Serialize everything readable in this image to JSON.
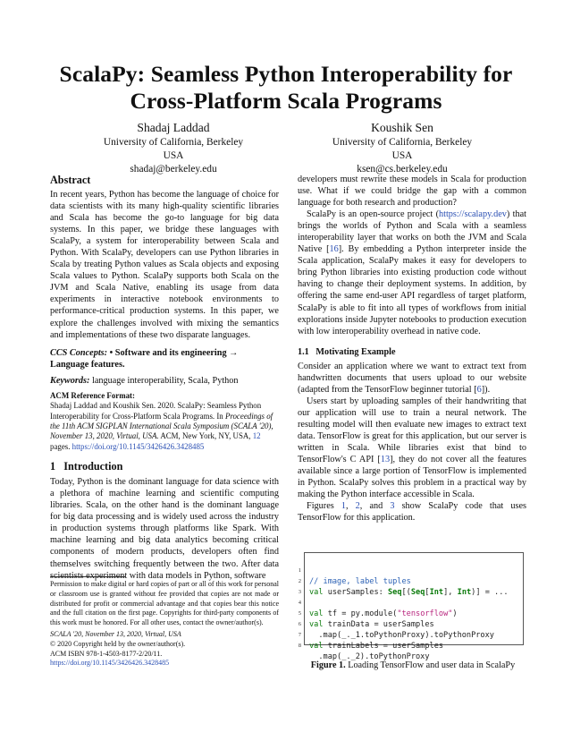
{
  "title_line1": "ScalaPy: Seamless Python Interoperability for",
  "title_line2": "Cross-Platform Scala Programs",
  "authors": [
    {
      "name": "Shadaj Laddad",
      "affiliation": "University of California, Berkeley",
      "country": "USA",
      "email": "shadaj@berkeley.edu"
    },
    {
      "name": "Koushik Sen",
      "affiliation": "University of California, Berkeley",
      "country": "USA",
      "email": "ksen@cs.berkeley.edu"
    }
  ],
  "abstract_heading": "Abstract",
  "abstract_text": "In recent years, Python has become the language of choice for data scientists with its many high-quality scientific libraries and Scala has become the go-to language for big data systems. In this paper, we bridge these languages with ScalaPy, a system for interoperability between Scala and Python. With ScalaPy, developers can use Python libraries in Scala by treating Python values as Scala objects and exposing Scala values to Python. ScalaPy supports both Scala on the JVM and Scala Native, enabling its usage from data experiments in interactive notebook environments to performance-critical production systems. In this paper, we explore the challenges involved with mixing the semantics and implementations of these two disparate languages.",
  "ccs_label": "CCS Concepts:",
  "ccs_text": " • Software and its engineering → Language features.",
  "keywords_label": "Keywords:",
  "keywords_text": " language interoperability, Scala, Python",
  "acm_ref_heading": "ACM Reference Format:",
  "acm_ref_a": "Shadaj Laddad and Koushik Sen. 2020. ScalaPy: Seamless Python Interoperability for Cross-Platform Scala Programs. In ",
  "acm_ref_venue": "Proceedings of the 11th ACM SIGPLAN International Scala Symposium (SCALA '20), November 13, 2020, Virtual, USA.",
  "acm_ref_b": " ACM, New York, NY, USA,",
  "acm_ref_pages": "12",
  "acm_ref_c": " pages. ",
  "acm_ref_doi": "https://doi.org/10.1145/3426426.3428485",
  "intro_heading": "1   Introduction",
  "intro_text": "Today, Python is the dominant language for data science with a plethora of machine learning and scientific computing libraries. Scala, on the other hand is the dominant language for big data processing and is widely used across the industry in production systems through platforms like Spark. With machine learning and big data analytics becoming critical components of modern products, developers often find themselves switching frequently between the two. After data scientists experiment with data models in Python, software",
  "footnote_text": "Permission to make digital or hard copies of part or all of this work for personal or classroom use is granted without fee provided that copies are not made or distributed for profit or commercial advantage and that copies bear this notice and the full citation on the first page. Copyrights for third-party components of this work must be honored. For all other uses, contact the owner/author(s).",
  "footnote_venue": "SCALA '20, November 13, 2020, Virtual, USA",
  "footnote_copyright": "© 2020 Copyright held by the owner/author(s).",
  "footnote_isbn": "ACM ISBN 978-1-4503-8177-2/20/11.",
  "footnote_doi": "https://doi.org/10.1145/3426426.3428485",
  "right_p1": "developers must rewrite these models in Scala for production use. What if we could bridge the gap with a common language for both research and production?",
  "right_p2_a": "ScalaPy is an open-source project (",
  "right_p2_link": "https://scalapy.dev",
  "right_p2_b": ") that brings the worlds of Python and Scala with a seamless interoperability layer that works on both the JVM and Scala Native [",
  "right_p2_ref": "16",
  "right_p2_c": "]. By embedding a Python interpreter inside the Scala application, ScalaPy makes it easy for developers to bring Python libraries into existing production code without having to change their deployment systems. In addition, by offering the same end-user API regardless of target platform, ScalaPy is able to fit into all types of workflows from initial explorations inside Jupyter notebooks to production execution with low interoperability overhead in native code.",
  "subsection_heading": "1.1   Motivating Example",
  "right_p3_a": "Consider an application where we want to extract text from handwritten documents that users upload to our website (adapted from the TensorFlow beginner tutorial [",
  "right_p3_ref": "6",
  "right_p3_b": "]).",
  "right_p4_a": "Users start by uploading samples of their handwriting that our application will use to train a neural network. The resulting model will then evaluate new images to extract text data. TensorFlow is great for this application, but our server is written in Scala. While libraries exist that bind to TensorFlow's C API [",
  "right_p4_ref": "13",
  "right_p4_b": "], they do not cover all the features available since a large portion of TensorFlow is implemented in Python. ScalaPy solves this problem in a practical way by making the Python interface accessible in Scala.",
  "right_p5_a": "Figures ",
  "right_p5_r1": "1",
  "right_p5_s1": ", ",
  "right_p5_r2": "2",
  "right_p5_s2": ", and ",
  "right_p5_r3": "3",
  "right_p5_b": " show ScalaPy code that uses TensorFlow for this application.",
  "code": {
    "line_numbers": [
      "1",
      "2",
      "3",
      "4",
      "5",
      "6",
      "7",
      "8"
    ],
    "l1_comment": "// image, label tuples",
    "l2_val": "val",
    "l2_a": " userSamples: ",
    "l2_seq1": "Seq",
    "l2_b": "[(",
    "l2_seq2": "Seq",
    "l2_c": "[",
    "l2_int1": "Int",
    "l2_d": "], ",
    "l2_int2": "Int",
    "l2_e": ")] = ...",
    "l4_val": "val",
    "l4_a": " tf = py.module(",
    "l4_str": "\"tensorflow\"",
    "l4_b": ")",
    "l5_val": "val",
    "l5_a": " trainData = userSamples",
    "l6_a": "  .map(_._1.toPythonProxy).toPythonProxy",
    "l7_val": "val",
    "l7_a": " trainLabels = userSamples",
    "l8_a": "  .map(_._2).toPythonProxy"
  },
  "figure_caption_label": "Figure 1.",
  "figure_caption_text": " Loading TensorFlow and user data in ScalaPy",
  "colors": {
    "link": "#2a4fb3",
    "keyword": "#0b7a0b",
    "comment": "#2d62b5",
    "string": "#b8247d"
  }
}
